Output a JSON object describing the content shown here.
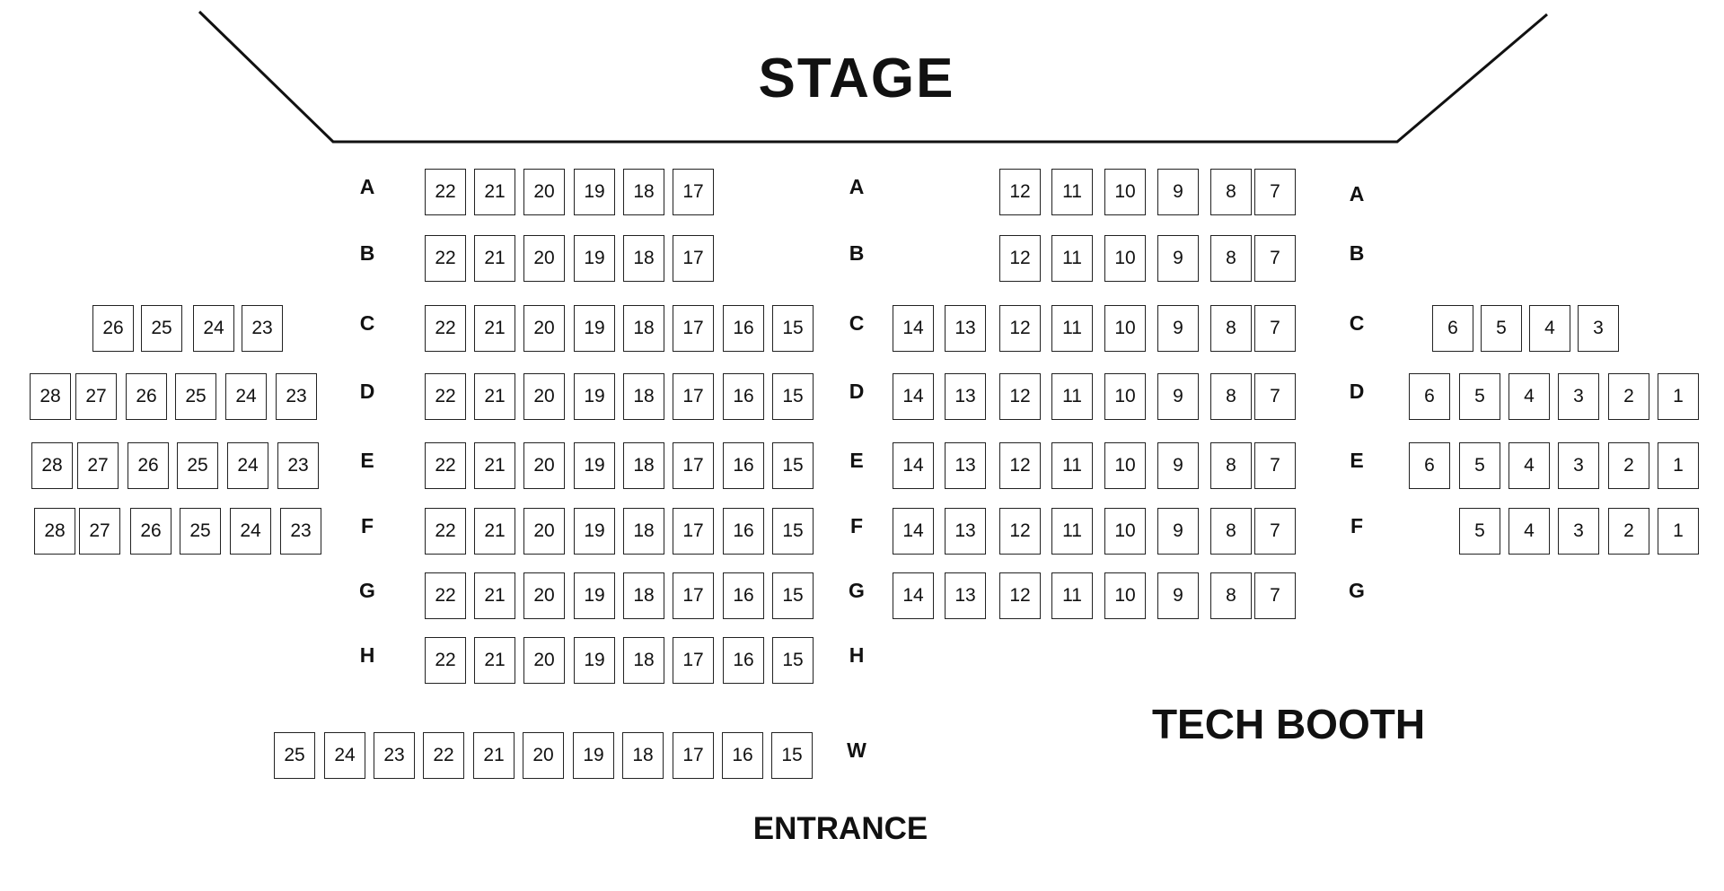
{
  "labels": {
    "stage": "STAGE",
    "tech_booth": "TECH BOOTH",
    "entrance": "ENTRANCE"
  },
  "sections": [
    {
      "id": "left",
      "rows": [
        {
          "row": "C",
          "seats": [
            "26",
            "25",
            "24",
            "23"
          ]
        },
        {
          "row": "D",
          "seats": [
            "28",
            "27",
            "26",
            "25",
            "24",
            "23"
          ]
        },
        {
          "row": "E",
          "seats": [
            "28",
            "27",
            "26",
            "25",
            "24",
            "23"
          ]
        },
        {
          "row": "F",
          "seats": [
            "28",
            "27",
            "26",
            "25",
            "24",
            "23"
          ]
        }
      ]
    },
    {
      "id": "center-left",
      "rows": [
        {
          "row": "A",
          "seats": [
            "22",
            "21",
            "20",
            "19",
            "18",
            "17"
          ]
        },
        {
          "row": "B",
          "seats": [
            "22",
            "21",
            "20",
            "19",
            "18",
            "17"
          ]
        },
        {
          "row": "C",
          "seats": [
            "22",
            "21",
            "20",
            "19",
            "18",
            "17",
            "16",
            "15"
          ]
        },
        {
          "row": "D",
          "seats": [
            "22",
            "21",
            "20",
            "19",
            "18",
            "17",
            "16",
            "15"
          ]
        },
        {
          "row": "E",
          "seats": [
            "22",
            "21",
            "20",
            "19",
            "18",
            "17",
            "16",
            "15"
          ]
        },
        {
          "row": "F",
          "seats": [
            "22",
            "21",
            "20",
            "19",
            "18",
            "17",
            "16",
            "15"
          ]
        },
        {
          "row": "G",
          "seats": [
            "22",
            "21",
            "20",
            "19",
            "18",
            "17",
            "16",
            "15"
          ]
        },
        {
          "row": "H",
          "seats": [
            "22",
            "21",
            "20",
            "19",
            "18",
            "17",
            "16",
            "15"
          ]
        },
        {
          "row": "W",
          "seats": [
            "25",
            "24",
            "23",
            "22",
            "21",
            "20",
            "19",
            "18",
            "17",
            "16",
            "15"
          ]
        }
      ]
    },
    {
      "id": "center-right",
      "rows": [
        {
          "row": "A",
          "seats": [
            "12",
            "11",
            "10",
            "9",
            "8",
            "7"
          ]
        },
        {
          "row": "B",
          "seats": [
            "12",
            "11",
            "10",
            "9",
            "8",
            "7"
          ]
        },
        {
          "row": "C",
          "seats": [
            "14",
            "13",
            "12",
            "11",
            "10",
            "9",
            "8",
            "7"
          ]
        },
        {
          "row": "D",
          "seats": [
            "14",
            "13",
            "12",
            "11",
            "10",
            "9",
            "8",
            "7"
          ]
        },
        {
          "row": "E",
          "seats": [
            "14",
            "13",
            "12",
            "11",
            "10",
            "9",
            "8",
            "7"
          ]
        },
        {
          "row": "F",
          "seats": [
            "14",
            "13",
            "12",
            "11",
            "10",
            "9",
            "8",
            "7"
          ]
        },
        {
          "row": "G",
          "seats": [
            "14",
            "13",
            "12",
            "11",
            "10",
            "9",
            "8",
            "7"
          ]
        }
      ]
    },
    {
      "id": "right",
      "rows": [
        {
          "row": "C",
          "seats": [
            "6",
            "5",
            "4",
            "3"
          ]
        },
        {
          "row": "D",
          "seats": [
            "6",
            "5",
            "4",
            "3",
            "2",
            "1"
          ]
        },
        {
          "row": "E",
          "seats": [
            "6",
            "5",
            "4",
            "3",
            "2",
            "1"
          ]
        },
        {
          "row": "F",
          "seats": [
            "5",
            "4",
            "3",
            "2",
            "1"
          ]
        }
      ]
    }
  ],
  "aisle_labels": [
    {
      "side": "left",
      "labels": [
        "A",
        "B",
        "C",
        "D",
        "E",
        "F",
        "G",
        "H"
      ]
    },
    {
      "side": "middle",
      "labels": [
        "A",
        "B",
        "C",
        "D",
        "E",
        "F",
        "G",
        "H",
        "W"
      ]
    },
    {
      "side": "right",
      "labels": [
        "A",
        "B",
        "C",
        "D",
        "E",
        "F",
        "G"
      ]
    }
  ]
}
